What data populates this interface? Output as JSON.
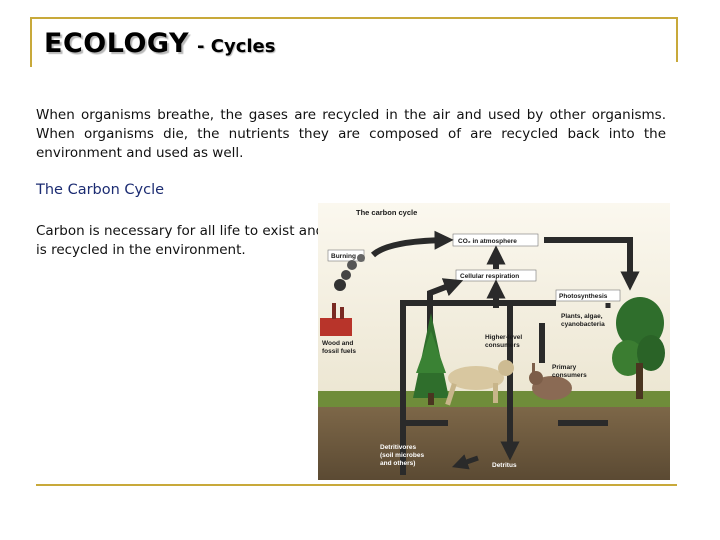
{
  "slide": {
    "title": "ECOLOGY",
    "subtitle": "- Cycles",
    "paragraph": "When organisms breathe, the gases are recycled in the air and used by other organisms. When organisms die, the nutrients they are composed of are recycled back into the environment and used as well.",
    "section_heading": "The Carbon Cycle",
    "section_text": "Carbon is necessary for all life to exist and is recycled in the environment."
  },
  "diagram": {
    "title": "The carbon cycle",
    "labels": {
      "co2": "CO₂ in atmosphere",
      "burning": "Burning",
      "respiration": "Cellular respiration",
      "photosynthesis": "Photosynthesis",
      "plants_1": "Plants, algae,",
      "plants_2": "cyanobacteria",
      "wood_1": "Wood and",
      "wood_2": "fossil fuels",
      "higher_1": "Higher-level",
      "higher_2": "consumers",
      "primary_1": "Primary",
      "primary_2": "consumers",
      "detritivores_1": "Detritivores",
      "detritivores_2": "(soil microbes",
      "detritivores_3": "and others)",
      "detritus": "Detritus"
    },
    "colors": {
      "sky": "#f7f2e4",
      "arrow": "#2a2a2a",
      "soil": "#6e5b3f",
      "grass": "#6f8c3a",
      "tree": "#2f6e2c",
      "factory": "#b8342a"
    }
  }
}
